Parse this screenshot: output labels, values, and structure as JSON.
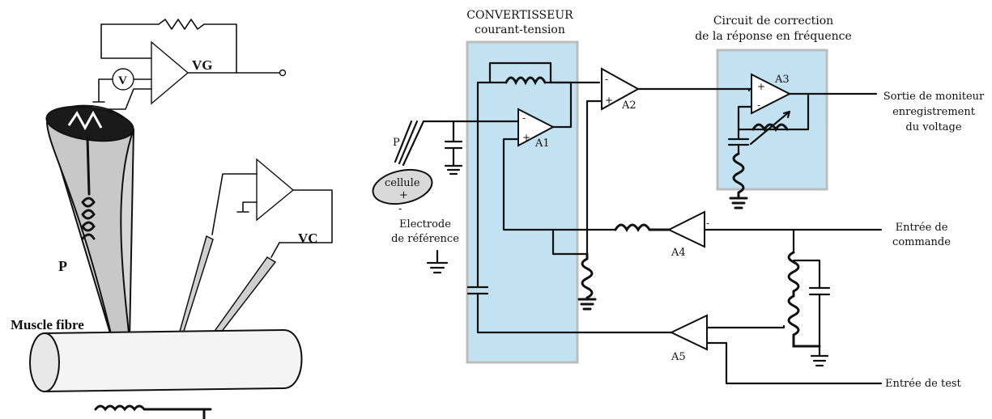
{
  "left_sketch": {
    "vg_label": "VG",
    "v_meter_label": "V",
    "vc_label": "VC",
    "pipette_label": "P",
    "fibre_label": "Muscle fibre"
  },
  "circuit": {
    "converter_title_line1": "CONVERTISSEUR",
    "converter_title_line2": "courant-tension",
    "correction_title_line1": "Circuit de correction",
    "correction_title_line2": "de la réponse en fréquence",
    "amp_a1": "A1",
    "amp_a2": "A2",
    "amp_a3": "A3",
    "amp_a4": "A4",
    "amp_a5": "A5",
    "pipette_label": "P",
    "cell_label": "cellule",
    "cell_sign": "+",
    "cell_minus": "-",
    "reference_line1": "Electrode",
    "reference_line2": "de référence",
    "output_line1": "Sortie de moniteur",
    "output_line2": "enregistrement",
    "output_line3": "du voltage",
    "command_line1": "Entrée de",
    "command_line2": "commande",
    "test_input": "Entrée de test",
    "minus_sign": "-",
    "plus_sign": "+"
  },
  "colors": {
    "box_fill": "#c3e2f1",
    "box_border": "#bdbdbd",
    "wire": "#111111"
  }
}
